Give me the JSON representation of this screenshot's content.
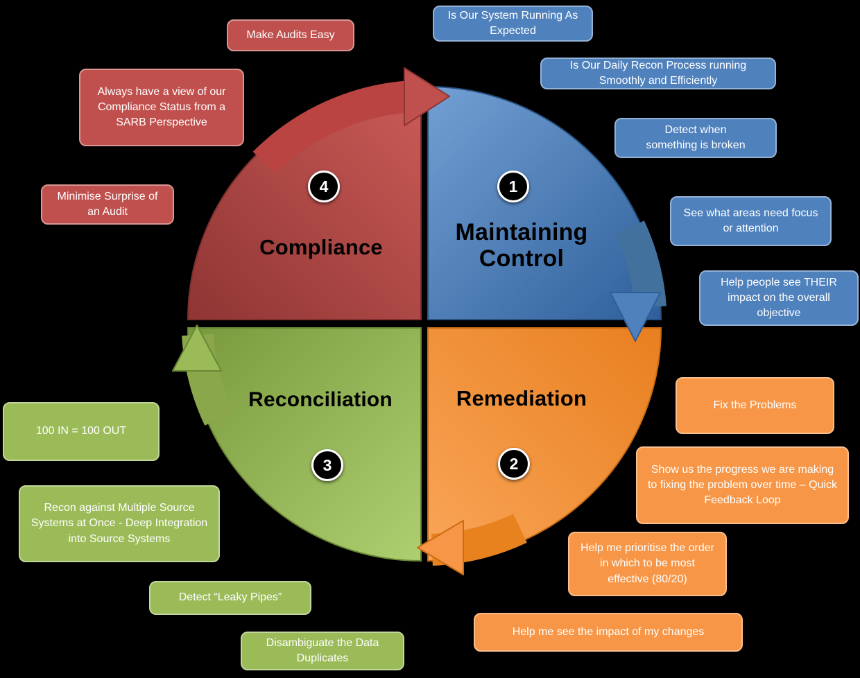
{
  "colors": {
    "background": "#000000",
    "blue": "#4f81bd",
    "red": "#c0504d",
    "green": "#9bbb59",
    "orange": "#f79646"
  },
  "quadrants": {
    "maintaining_control": {
      "label": "Maintaining Control",
      "number": "1"
    },
    "remediation": {
      "label": "Remediation",
      "number": "2"
    },
    "reconciliation": {
      "label": "Reconciliation",
      "number": "3"
    },
    "compliance": {
      "label": "Compliance",
      "number": "4"
    }
  },
  "callouts": {
    "blue": [
      {
        "text": "Is Our System Running As Expected"
      },
      {
        "text": "Is Our Daily Recon Process running Smoothly and Efficiently"
      },
      {
        "text": "Detect when something is broken"
      },
      {
        "text": "See what areas need focus or attention"
      },
      {
        "text": "Help people see THEIR impact on the overall objective"
      }
    ],
    "red": [
      {
        "text": "Make Audits Easy"
      },
      {
        "text": "Always have a view of our Compliance Status from a SARB Perspective"
      },
      {
        "text": "Minimise Surprise of an Audit"
      }
    ],
    "green": [
      {
        "text": "100 IN = 100 OUT"
      },
      {
        "text": "Recon against Multiple Source Systems at Once - Deep Integration into Source Systems"
      },
      {
        "text": "Detect “Leaky Pipes”"
      },
      {
        "text": "Disambiguate the Data Duplicates"
      }
    ],
    "orange": [
      {
        "text": "Fix the Problems"
      },
      {
        "text": "Show us the progress we are making to fixing the problem over time – Quick Feedback Loop"
      },
      {
        "text": "Help me prioritise the order in which to be most effective (80/20)"
      },
      {
        "text": "Help me see the impact of my changes"
      }
    ]
  }
}
